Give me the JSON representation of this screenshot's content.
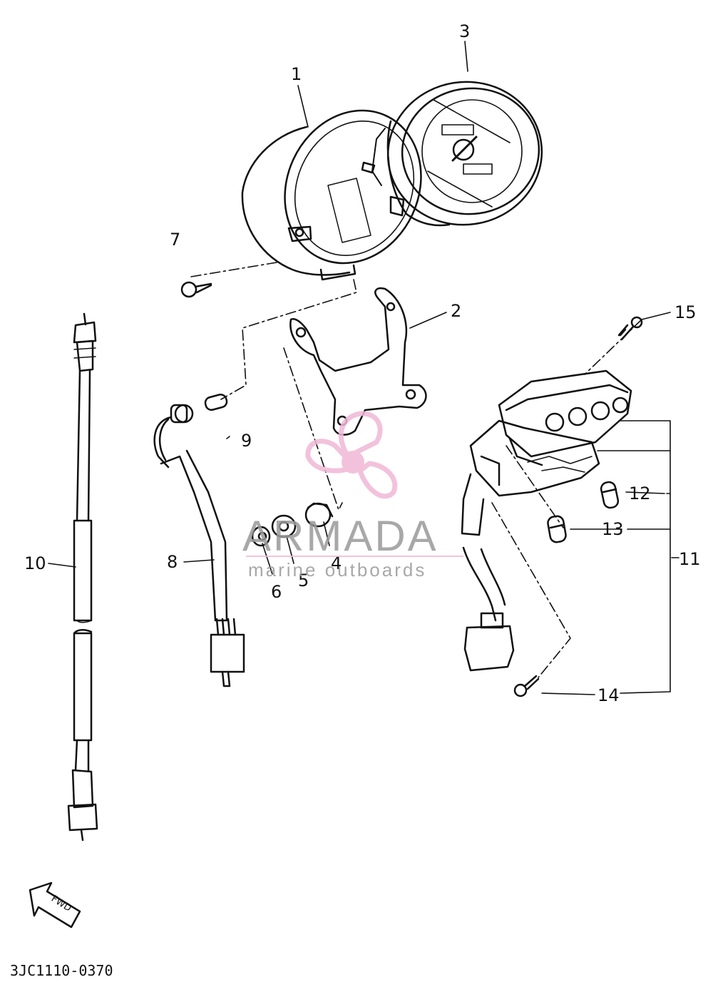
{
  "diagram": {
    "drawing_code": "3JC1110-0370",
    "direction_label": "FWD",
    "callouts": [
      {
        "id": "1",
        "label": "1"
      },
      {
        "id": "2",
        "label": "2"
      },
      {
        "id": "3",
        "label": "3"
      },
      {
        "id": "4",
        "label": "4"
      },
      {
        "id": "5",
        "label": "5"
      },
      {
        "id": "6",
        "label": "6"
      },
      {
        "id": "7",
        "label": "7"
      },
      {
        "id": "8",
        "label": "8"
      },
      {
        "id": "9",
        "label": "9"
      },
      {
        "id": "10",
        "label": "10"
      },
      {
        "id": "11",
        "label": "11"
      },
      {
        "id": "12",
        "label": "12"
      },
      {
        "id": "13",
        "label": "13"
      },
      {
        "id": "14",
        "label": "14"
      },
      {
        "id": "15",
        "label": "15"
      }
    ]
  },
  "watermark": {
    "brand": "ARMADA",
    "tagline": "marine outboards",
    "color": "#f0b8d6",
    "text_color": "#9a9a9a"
  },
  "colors": {
    "ink": "#111111",
    "background": "#ffffff"
  }
}
